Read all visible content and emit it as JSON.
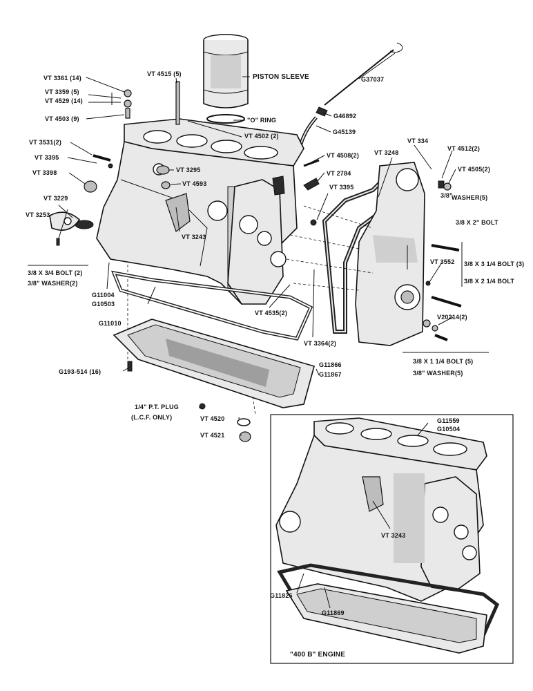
{
  "labels": {
    "vt3361": "VT 3361 (14)",
    "vt3359": "VT 3359 (5)",
    "vt4529": "VT 4529 (14)",
    "vt4503": "VT 4503 (9)",
    "vt4515": "VT 4515 (5)",
    "piston_sleeve": "PISTON SLEEVE",
    "o_ring": "\"O\" RING",
    "vt4502": "VT 4502 (2)",
    "g37037": "G37037",
    "g46892": "G46892",
    "g45139": "G45139",
    "vt3531": "VT 3531(2)",
    "vt3395_a": "VT 3395",
    "vt3398": "VT 3398",
    "vt3295": "VT 3295",
    "vt4593": "VT 4593",
    "vt4508": "VT 4508(2)",
    "vt2784": "VT 2784",
    "vt3395_b": "VT 3395",
    "vt3248": "VT 3248",
    "vt334": "VT 334",
    "vt4512": "VT 4512(2)",
    "vt4505": "VT 4505(2)",
    "washer5": "WASHER(5)",
    "washer5_frac": "3/8\"",
    "bolt_3_8x2": "3/8 X 2\" BOLT",
    "vt3229": "VT 3229",
    "vt3253": "VT 3253",
    "vt3243_a": "VT 3243",
    "bolt2": "3/8 X 3/4 BOLT (2)",
    "washer2": "3/8\" WASHER(2)",
    "g11004": "G11004",
    "g10503": "G10503",
    "vt3552": "VT 3552",
    "bolt_3_1_4": "3/8 X 3 1/4 BOLT (3)",
    "bolt_2_1_4": "3/8 X 2 1/4 BOLT",
    "g11010": "G11010",
    "vt4535": "VT 4535(2)",
    "vt3364": "VT 3364(2)",
    "v20214": "V20214(2)",
    "bolt_1_1_4": "3/8 X 1 1/4 BOLT (5)",
    "washer5_b": "3/8\" WASHER(5)",
    "g193": "G193-514 (16)",
    "g11866": "G11866",
    "g11867": "G11867",
    "pt_plug": "1/4\" P.T. PLUG",
    "lcf_only": "(L.C.F. ONLY)",
    "vt4520": "VT 4520",
    "vt4521": "VT 4521",
    "g11559": "G11559",
    "g10504": "G10504",
    "vt3243_b": "VT 3243",
    "g11826": "G11826",
    "g11869": "G11869",
    "engine_400b": "\"400 B\" ENGINE"
  }
}
